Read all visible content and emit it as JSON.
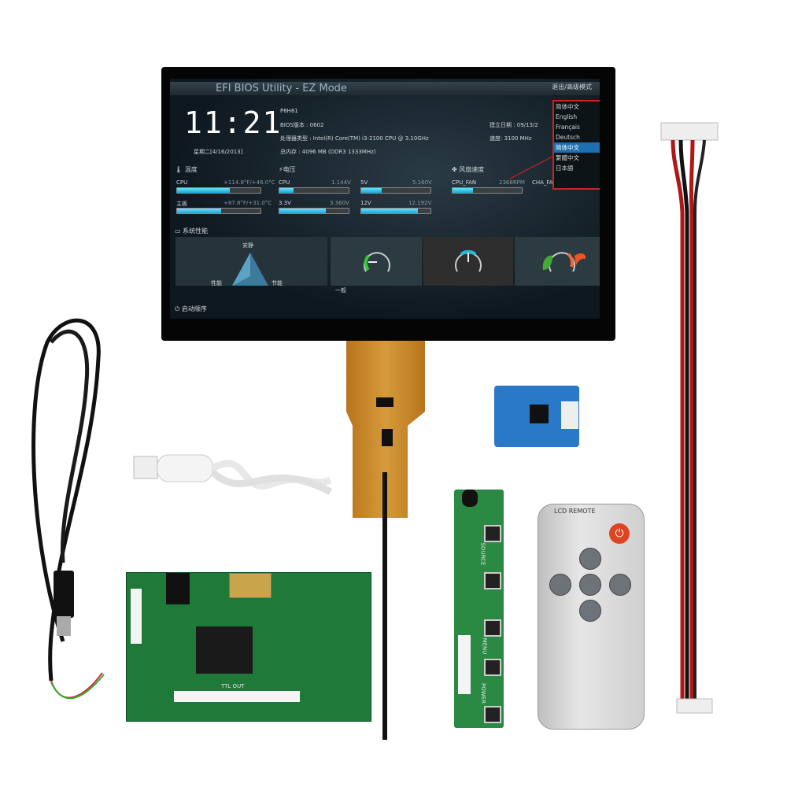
{
  "bios": {
    "title": "EFI BIOS Utility - EZ Mode",
    "exit_label": "退出/高级模式",
    "clock": "11:21",
    "date": "星期二[4/16/2013]",
    "model": "P8H61",
    "bios_version": "BIOS版本 : 0602",
    "cpu_type": "处理器类型 : Intel(R) Core(TM) i3-2100 CPU @ 3.10GHz",
    "memory": "总内存 : 4096 MB (DDR3 1333MHz)",
    "build_date": "建立日期 : 09/13/2",
    "speed": "速度: 3100 MHz",
    "language": {
      "selected": "简体中文",
      "options": [
        "English",
        "Français",
        "Deutsch",
        "简体中文",
        "繁體中文",
        "日本語"
      ],
      "highlighted": 3
    },
    "temperature": {
      "heading": "温度",
      "rows": [
        {
          "label": "CPU",
          "value": "+114.8°F/+46.0°C",
          "level": 0.63
        },
        {
          "label": "主板",
          "value": "+87.8°F/+31.0°C",
          "level": 0.53
        }
      ]
    },
    "voltage": {
      "heading": "电压",
      "rows": [
        {
          "label": "CPU",
          "value": "1.144V",
          "level": 0.2
        },
        {
          "label": "5V",
          "value": "5.160V",
          "level": 0.3
        },
        {
          "label": "3.3V",
          "value": "3.360V",
          "level": 0.67
        },
        {
          "label": "12V",
          "value": "12.192V",
          "level": 0.82
        }
      ]
    },
    "fan": {
      "heading": "风扇速度",
      "rows": [
        {
          "label": "CPU_FAN",
          "value": "2368RPM",
          "level": 0.3
        },
        {
          "label": "CHA_FAN",
          "value": ""
        }
      ]
    },
    "performance": {
      "heading": "系统性能",
      "quiet": "安静",
      "performance": "性能",
      "energy": "节能",
      "mode_label": "一般"
    },
    "boot_order": "启动顺序"
  },
  "remote": {
    "label": "LCD REMOTE"
  },
  "keypad": {
    "source": "SOURCE",
    "menu": "MENU",
    "power": "POWER"
  },
  "board": {
    "ttl_out": "TTL OUT"
  }
}
